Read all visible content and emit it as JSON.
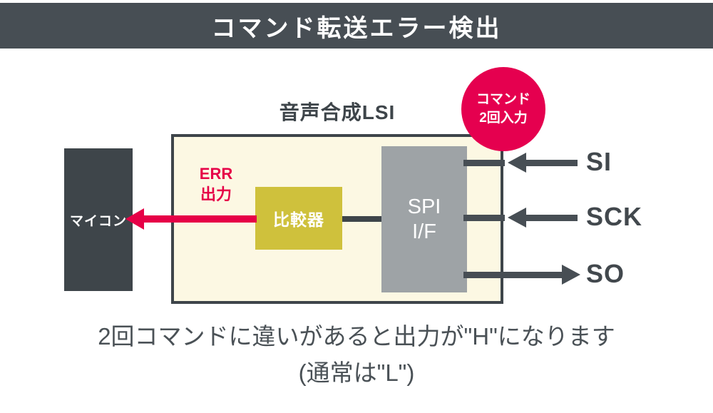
{
  "header": {
    "title": "コマンド転送エラー検出"
  },
  "diagram": {
    "lsi_label": "音声合成LSI",
    "badge": {
      "line1": "コマンド",
      "line2": "2回入力"
    },
    "micon_label": "マイコン",
    "comparator_label": "比較器",
    "spi": {
      "line1": "SPI",
      "line2": "I/F"
    },
    "err": {
      "line1": "ERR",
      "line2": "出力"
    },
    "signals": [
      {
        "label": "SI",
        "direction": "in"
      },
      {
        "label": "SCK",
        "direction": "in"
      },
      {
        "label": "SO",
        "direction": "out"
      }
    ]
  },
  "caption": {
    "line1": "2回コマンドに違いがあると出力が\"H\"になります",
    "line2": "(通常は\"L\")"
  },
  "colors": {
    "header_bg": "#474E54",
    "lsi_fill": "#FCF8E3",
    "lsi_border": "#3E454A",
    "comparator": "#CFC13C",
    "spi_block": "#9EA3A6",
    "accent_red": "#E60047",
    "badge_red": "#E5004F",
    "wire_dark": "#474E54",
    "text_dark": "#4A5156"
  }
}
